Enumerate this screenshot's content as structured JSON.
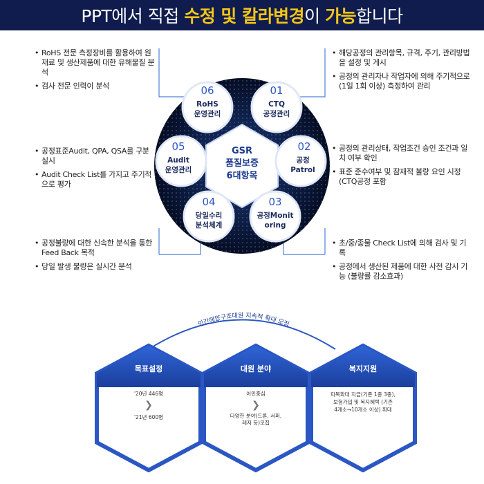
{
  "header": {
    "part1": "PPT에서 직접 ",
    "highlight1": "수정 및 칼라변경",
    "part2": "이 ",
    "highlight2": "가능",
    "part3": "합니다"
  },
  "center": {
    "line1": "GSR",
    "line2": "품질보증",
    "line3": "6대항목"
  },
  "nodes": [
    {
      "num": "01",
      "line1": "CTQ",
      "line2": "공정관리"
    },
    {
      "num": "02",
      "line1": "공정",
      "line2": "Patrol"
    },
    {
      "num": "03",
      "line1": "공정Monit",
      "line2": "oring"
    },
    {
      "num": "04",
      "line1": "당일수리",
      "line2": "분석체계"
    },
    {
      "num": "05",
      "line1": "Audit",
      "line2": "운영관리"
    },
    {
      "num": "06",
      "line1": "RoHS",
      "line2": "운영관리"
    }
  ],
  "notes": {
    "n01": [
      "해당공정의 관리항목, 규격, 주기, 관리방법을 설정 및 게시",
      "공정의 관리자나 작업자에 의해 주기적으로 (1일 1회 이상) 측정하여 관리"
    ],
    "n02": [
      "공정의 관리상태, 작업조건 승인 조건과 일치 여부 확인",
      "표준 준수여부 및 잠재적 불량 요인 시정 (CTQ공정 포함"
    ],
    "n03": [
      "초/중/종물 Check List에 의해 검사 및 기록",
      "공정에서 생산된 제품에 대한 사전 감시 기능 (불량률 감소효과)"
    ],
    "n04": [
      "공정불량에 대한 신속한 분석을 통한 Feed Back 목적",
      "당일 발생 불량은 실시간 분석"
    ],
    "n05": [
      "공정표준Audit, QPA, QSA를 구분 실시",
      "Audit Check List를 가지고 주기적으로 평가"
    ],
    "n06": [
      "RoHS 전문 측정장비를 활용하여 원재료 및 생산제품에 대한 유해물질 분석",
      "검사 전문 인력이 분석"
    ]
  },
  "arc_label": "민간해양구조대원 지속적 확대 모집",
  "cards": [
    {
      "title": "목표설정",
      "top": "'20년 446명",
      "bottom": "'21년 600명"
    },
    {
      "title": "대원 분야",
      "top": "어민중심",
      "bottom1": "다양한 분야(드론, 서퍼,",
      "bottom2": "레저 등)모집"
    },
    {
      "title": "복지지원",
      "line1": "피복확대 지급(기존 1종 3종),",
      "line2": "보험가입 및 복지혜택 (기존",
      "line3": "4개소→10개소 이상) 확대"
    }
  ],
  "colors": {
    "banner": "#0f1c4d",
    "highlight": "#f5c518",
    "accent": "#2b57c4",
    "dark_disc": "#0a1630"
  }
}
